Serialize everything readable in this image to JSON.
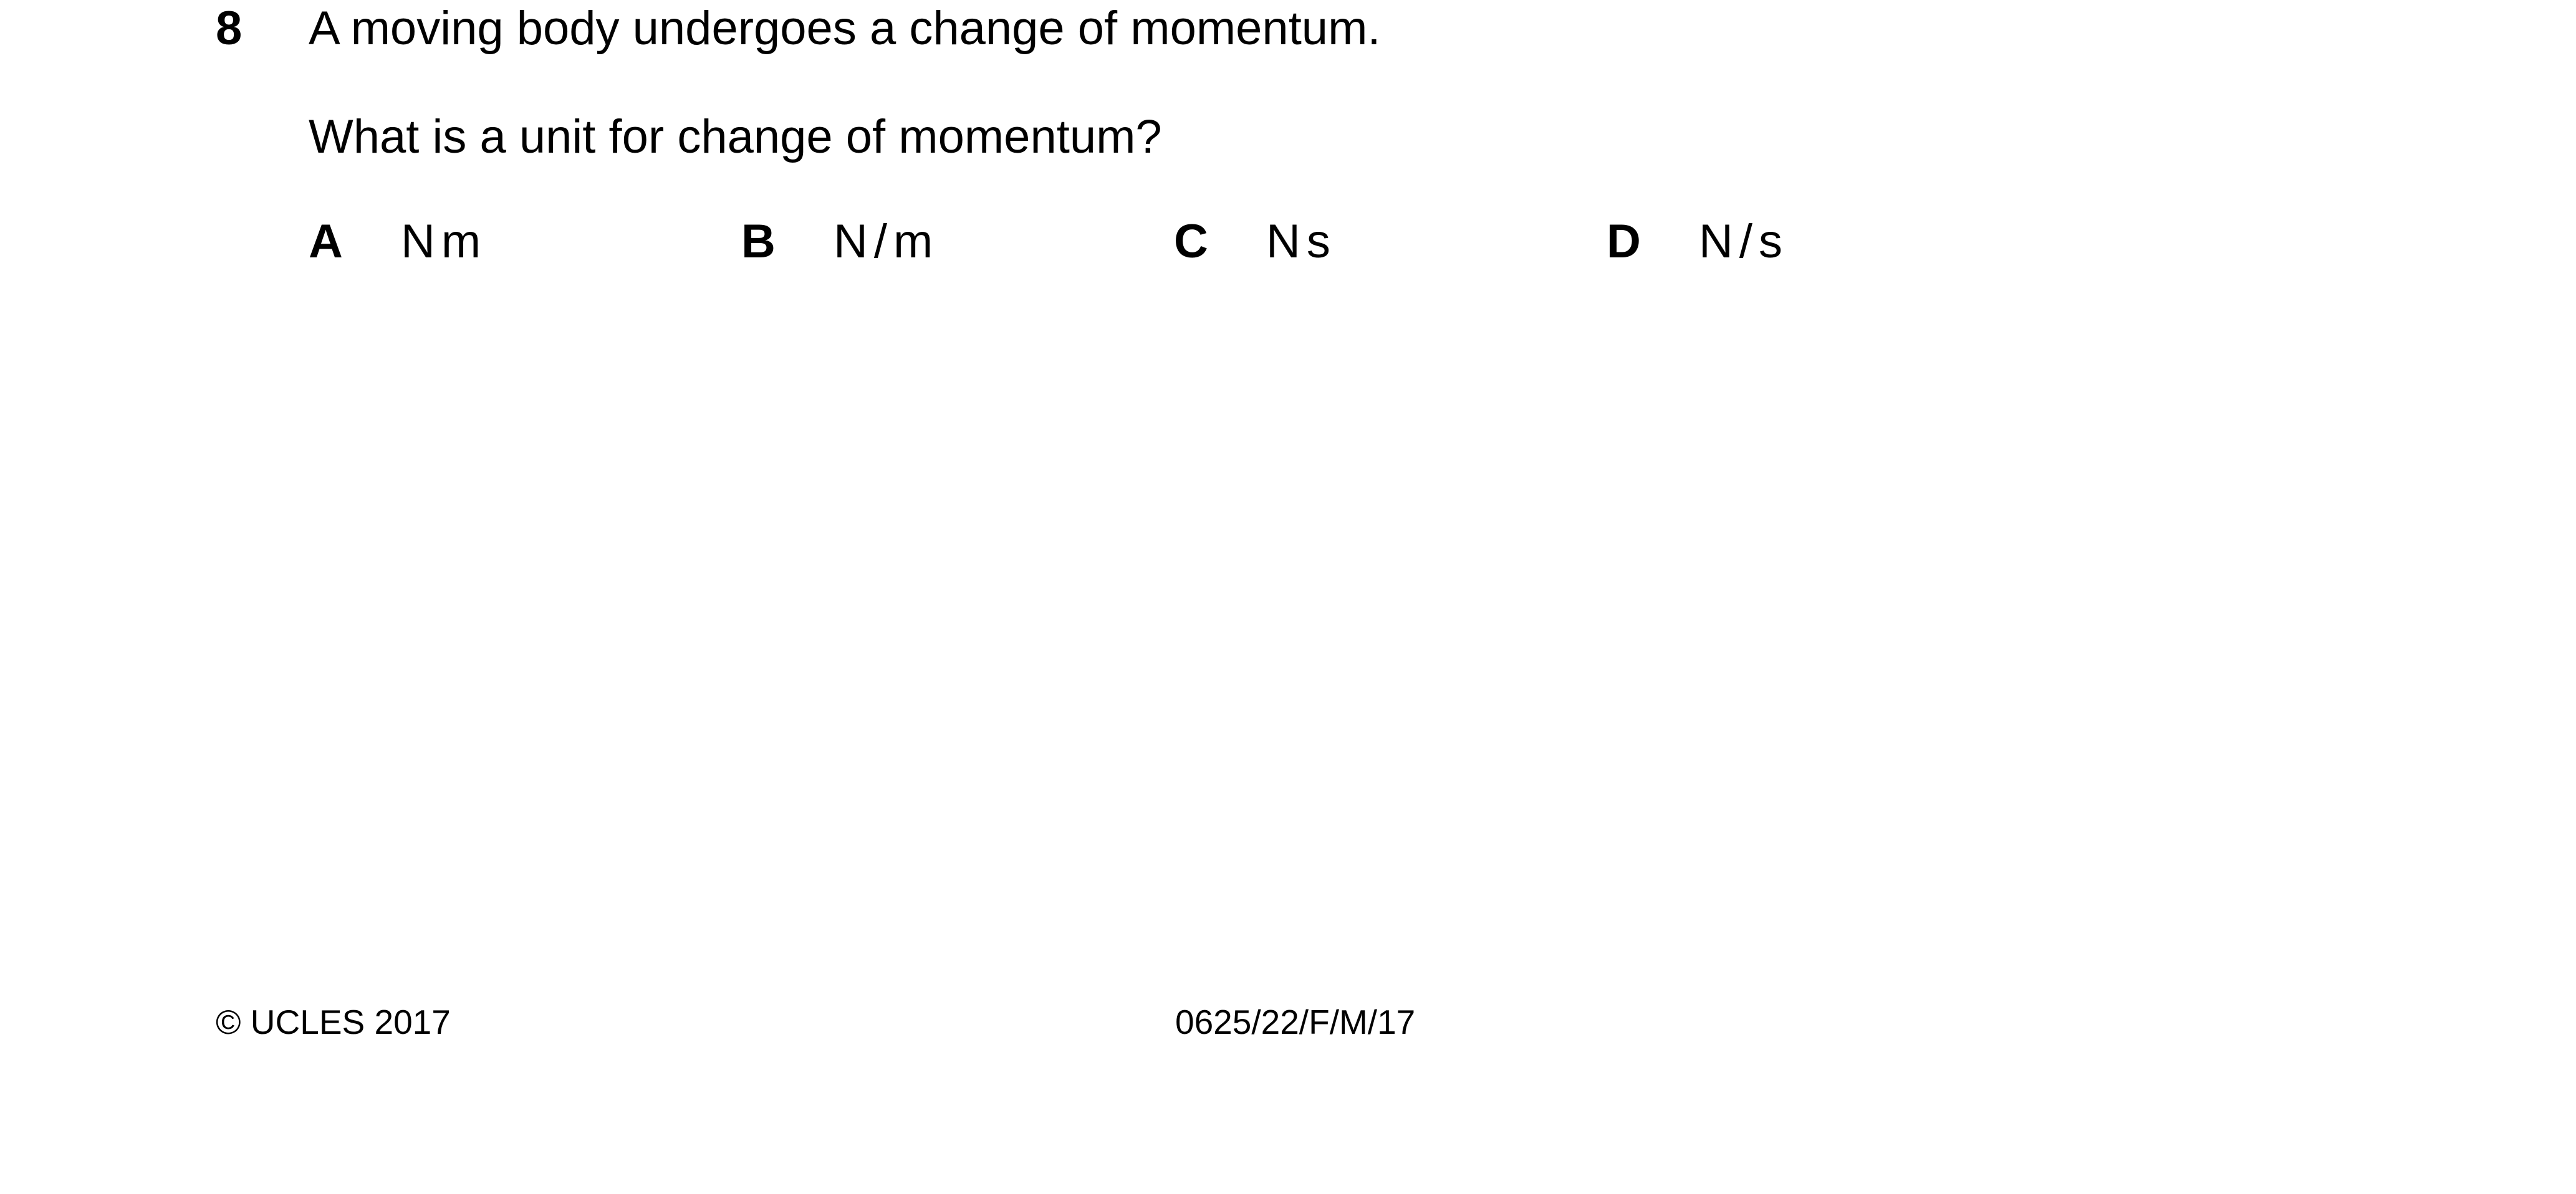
{
  "question": {
    "number": "8",
    "stem": "A moving body undergoes a change of momentum.",
    "prompt": "What is a unit for change of momentum?",
    "options": [
      {
        "letter": "A",
        "text": "Nm"
      },
      {
        "letter": "B",
        "text": "N/m"
      },
      {
        "letter": "C",
        "text": "Ns"
      },
      {
        "letter": "D",
        "text": "N/s"
      }
    ]
  },
  "footer": {
    "copyright": "© UCLES 2017",
    "paper_code": "0625/22/F/M/17"
  }
}
